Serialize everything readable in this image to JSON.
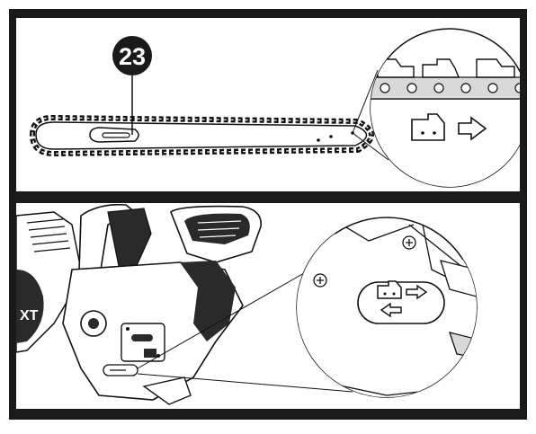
{
  "step_badge": {
    "number": "23"
  },
  "colors": {
    "frame": "#1a1a1a",
    "ink": "#111111",
    "fill_dark": "#2a2a2a",
    "fill_light": "#ffffff",
    "shade": "#d9d9d9"
  },
  "icons": {
    "cutter_direction_top": "chain-cutter-with-right-arrow",
    "cutter_direction_bottom": "chain-cutter-with-bidirectional-arrows"
  }
}
